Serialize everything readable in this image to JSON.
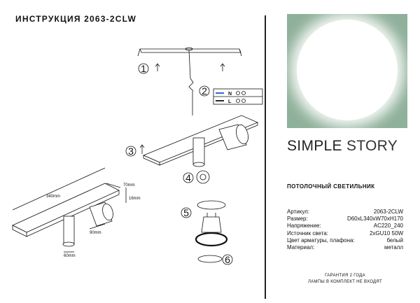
{
  "title": "ИНСТРУКЦИЯ 2063-2CLW",
  "brand": {
    "word1": "SIMPLE",
    "word2": "STORY"
  },
  "subtitle": "ПОТОЛОЧНЫЙ СВЕТИЛЬНИК",
  "specs": [
    {
      "label": "Артикул:",
      "value": "2063-2CLW"
    },
    {
      "label": "Размер:",
      "value": "D60xL340xW70xH170"
    },
    {
      "label": "Напряжение:",
      "value": "AC220_240"
    },
    {
      "label": "Источник света:",
      "value": "2xGU10 50W"
    },
    {
      "label": "Цвет арматуры, плафона:",
      "value": "белый"
    },
    {
      "label": "Материал:",
      "value": "металл"
    }
  ],
  "warranty": [
    "ГАРАНТИЯ 2 ГОДА",
    "ЛАМПЫ В КОМПЛЕКТ НЕ ВХОДЯТ"
  ],
  "steps": [
    "1",
    "2",
    "3",
    "4",
    "5",
    "6"
  ],
  "dimensions": {
    "length": "340mm",
    "width": "70mm",
    "height": "16mm",
    "cyl_dia": "60mm",
    "cyl_len": "90mm"
  },
  "terminal": {
    "top": "N",
    "bottom": "L"
  },
  "colors": {
    "hero_bg": "#8fb09a",
    "ink": "#111111"
  }
}
